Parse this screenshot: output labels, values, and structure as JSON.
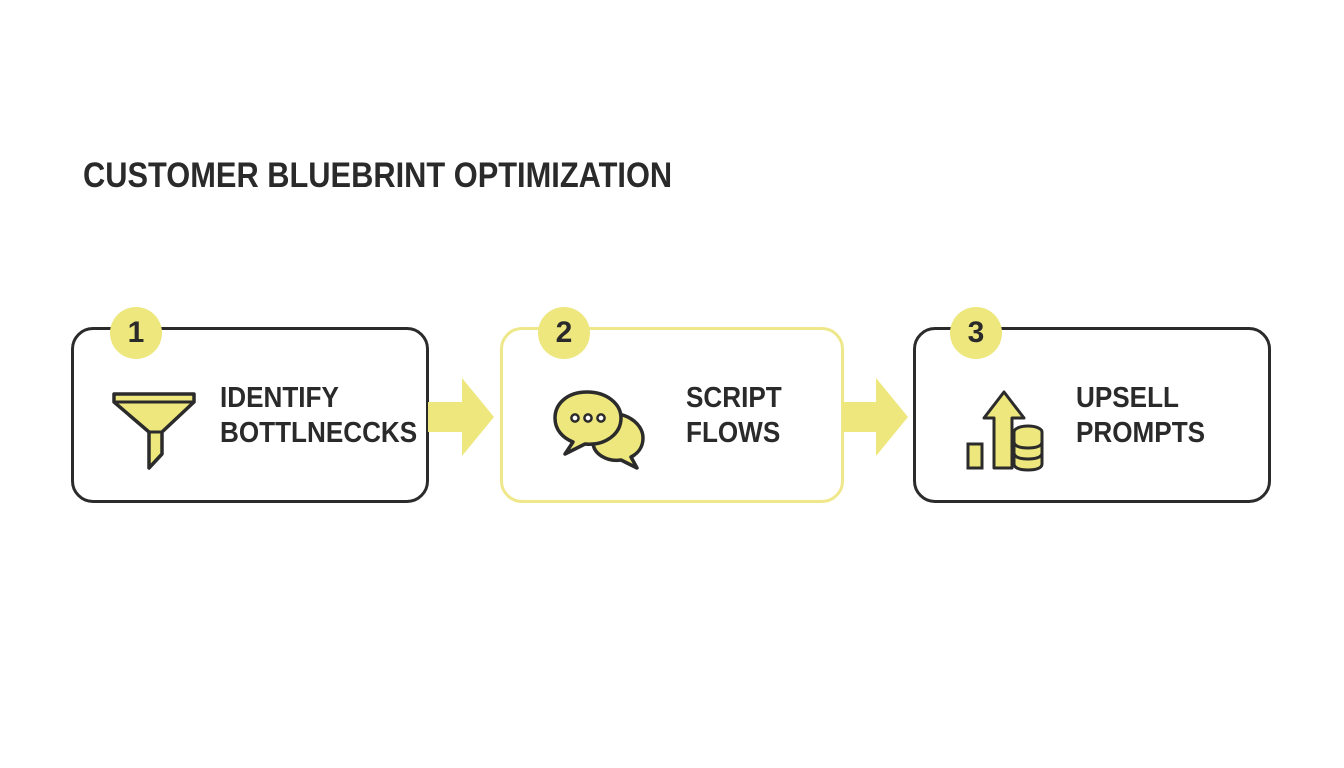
{
  "title": "CUSTOMER BLUEBRINT OPTIMIZATION",
  "colors": {
    "accent": "#eee77e",
    "accent_border": "#efe88a",
    "stroke": "#2b2b2b",
    "text": "#2a2a2a"
  },
  "steps": [
    {
      "number": "1",
      "line1": "IDENTIFY",
      "line2": "BOTTLNECCKS",
      "icon": "funnel-icon"
    },
    {
      "number": "2",
      "line1": "SCRIPT",
      "line2": "FLOWS",
      "icon": "chat-bubbles-icon"
    },
    {
      "number": "3",
      "line1": "UPSELL",
      "line2": "PROMPTS",
      "icon": "growth-coins-icon"
    }
  ]
}
